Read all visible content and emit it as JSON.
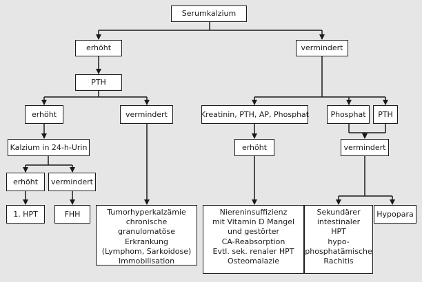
{
  "nodes": {
    "serumkalzium": "Serumkalzium",
    "erhoeht_top": "erhöht",
    "vermindert_top": "vermindert",
    "pth_left": "PTH",
    "erhoeht_mid": "erhöht",
    "vermindert_mid": "vermindert",
    "kalzium_urin": "Kalzium in 24-h-Urin",
    "erhoeht_low": "erhöht",
    "vermindert_low": "vermindert",
    "hpt1": "1. HPT",
    "fhh": "FHH",
    "tumor": "Tumorhyperkalzämie\nchronische granulomatöse\nErkrankung\n(Lymphom, Sarkoidose)\nImmobilisation",
    "kreatinin": "Kreatinin, PTH, AP, Phosphat",
    "erhoeht_right": "erhöht",
    "nieren": "Niereninsuffizienz\nmit Vitamin D Mangel\nund gestörter\nCA-Reabsorption\nEvtl. sek. renaler HPT\nOsteomalazie",
    "phosphat": "Phosphat",
    "pth_right": "PTH",
    "vermindert_right": "vermindert",
    "sekundaer": "Sekundärer\nintestinaler\nHPT\nhypo-\nphosphatämische\nRachitis",
    "hypopara": "Hypopara"
  }
}
